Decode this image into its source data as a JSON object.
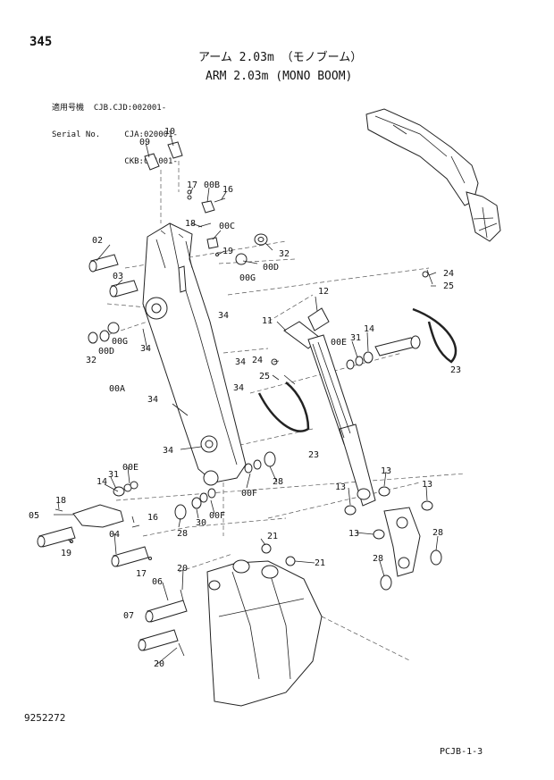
{
  "header": {
    "page_number": "345",
    "title_jp": "アーム 2.03m （モノブーム）",
    "title_en": "ARM 2.03m (MONO BOOM)",
    "serial_lines": [
      "適用号機  CJB.CJD:002001-",
      "Serial No.     CJA:020001-",
      "               CKB:001001-"
    ]
  },
  "footer": {
    "document_number": "9252272",
    "page_code": "PCJB-1-3"
  },
  "callouts": [
    {
      "id": "c10",
      "label": "10"
    },
    {
      "id": "c09",
      "label": "09"
    },
    {
      "id": "c17a",
      "label": "17"
    },
    {
      "id": "c00B",
      "label": "00B"
    },
    {
      "id": "c16a",
      "label": "16"
    },
    {
      "id": "c18a",
      "label": "18"
    },
    {
      "id": "c00C",
      "label": "00C"
    },
    {
      "id": "c02",
      "label": "02"
    },
    {
      "id": "c19a",
      "label": "19"
    },
    {
      "id": "c32a",
      "label": "32"
    },
    {
      "id": "c00Da",
      "label": "00D"
    },
    {
      "id": "c00Ga",
      "label": "00G"
    },
    {
      "id": "c03",
      "label": "03"
    },
    {
      "id": "c34a",
      "label": "34"
    },
    {
      "id": "c00Gb",
      "label": "00G"
    },
    {
      "id": "c00Db",
      "label": "00D"
    },
    {
      "id": "c32b",
      "label": "32"
    },
    {
      "id": "c34b",
      "label": "34"
    },
    {
      "id": "c12",
      "label": "12"
    },
    {
      "id": "c11",
      "label": "11"
    },
    {
      "id": "c31a",
      "label": "31"
    },
    {
      "id": "c14a",
      "label": "14"
    },
    {
      "id": "c00Ea",
      "label": "00E"
    },
    {
      "id": "c24a",
      "label": "24"
    },
    {
      "id": "c25a",
      "label": "25"
    },
    {
      "id": "c23a",
      "label": "23"
    },
    {
      "id": "c24b",
      "label": "24"
    },
    {
      "id": "c34c",
      "label": "34"
    },
    {
      "id": "c25b",
      "label": "25"
    },
    {
      "id": "c00A",
      "label": "00A"
    },
    {
      "id": "c34d",
      "label": "34"
    },
    {
      "id": "c34e",
      "label": "34"
    },
    {
      "id": "c34f",
      "label": "34"
    },
    {
      "id": "c23b",
      "label": "23"
    },
    {
      "id": "c31b",
      "label": "31"
    },
    {
      "id": "c00Eb",
      "label": "00E"
    },
    {
      "id": "c14b",
      "label": "14"
    },
    {
      "id": "c00Fa",
      "label": "00F"
    },
    {
      "id": "c28a",
      "label": "28"
    },
    {
      "id": "c13a",
      "label": "13"
    },
    {
      "id": "c13b",
      "label": "13"
    },
    {
      "id": "c13c",
      "label": "13"
    },
    {
      "id": "c13d",
      "label": "13"
    },
    {
      "id": "c18b",
      "label": "18"
    },
    {
      "id": "c05",
      "label": "05"
    },
    {
      "id": "c16b",
      "label": "16"
    },
    {
      "id": "c04",
      "label": "04"
    },
    {
      "id": "c19b",
      "label": "19"
    },
    {
      "id": "c28b",
      "label": "28"
    },
    {
      "id": "c30",
      "label": "30"
    },
    {
      "id": "c00Fb",
      "label": "00F"
    },
    {
      "id": "c28c",
      "label": "28"
    },
    {
      "id": "c21a",
      "label": "21"
    },
    {
      "id": "c21b",
      "label": "21"
    },
    {
      "id": "c17b",
      "label": "17"
    },
    {
      "id": "c28d",
      "label": "28"
    },
    {
      "id": "c20a",
      "label": "20"
    },
    {
      "id": "c06",
      "label": "06"
    },
    {
      "id": "c07",
      "label": "07"
    },
    {
      "id": "c20b",
      "label": "20"
    }
  ]
}
